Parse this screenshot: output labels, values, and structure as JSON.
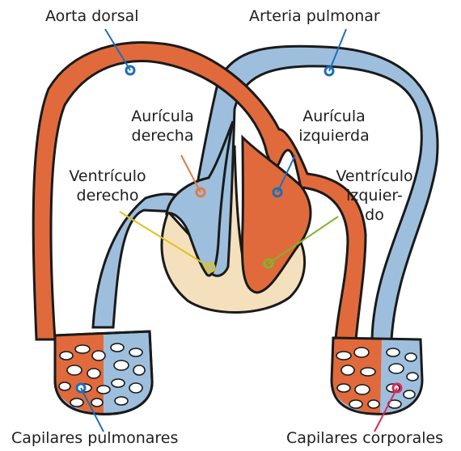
{
  "labels": {
    "aorta_dorsal": "Aorta dorsal",
    "arteria_pulmonar": "Arteria pulmonar",
    "auricula_derecha": [
      "Aurícula",
      "derecha"
    ],
    "auricula_izquierda": [
      "Aurícula",
      "izquierda"
    ],
    "ventriculo_derecho": [
      "Ventrículo",
      "derecho"
    ],
    "ventriculo_izquierdo": [
      "Ventrículo",
      "izquier-",
      "do"
    ],
    "capilares_pulmonares": "Capilares pulmonares",
    "capilares_corporales": "Capilares corporales"
  },
  "colors": {
    "oxygenated_red": "#e06a3c",
    "deoxygenated_blue": "#9dbfdd",
    "septum_cream": "#f5e0bd",
    "outline": "#1a1a1a",
    "pointer_blue": "#1d6fb8",
    "pointer_orange": "#e07a4a",
    "pointer_yellow": "#e3c11b",
    "pointer_green": "#7fb52c",
    "pointer_pink": "#d9295d"
  }
}
